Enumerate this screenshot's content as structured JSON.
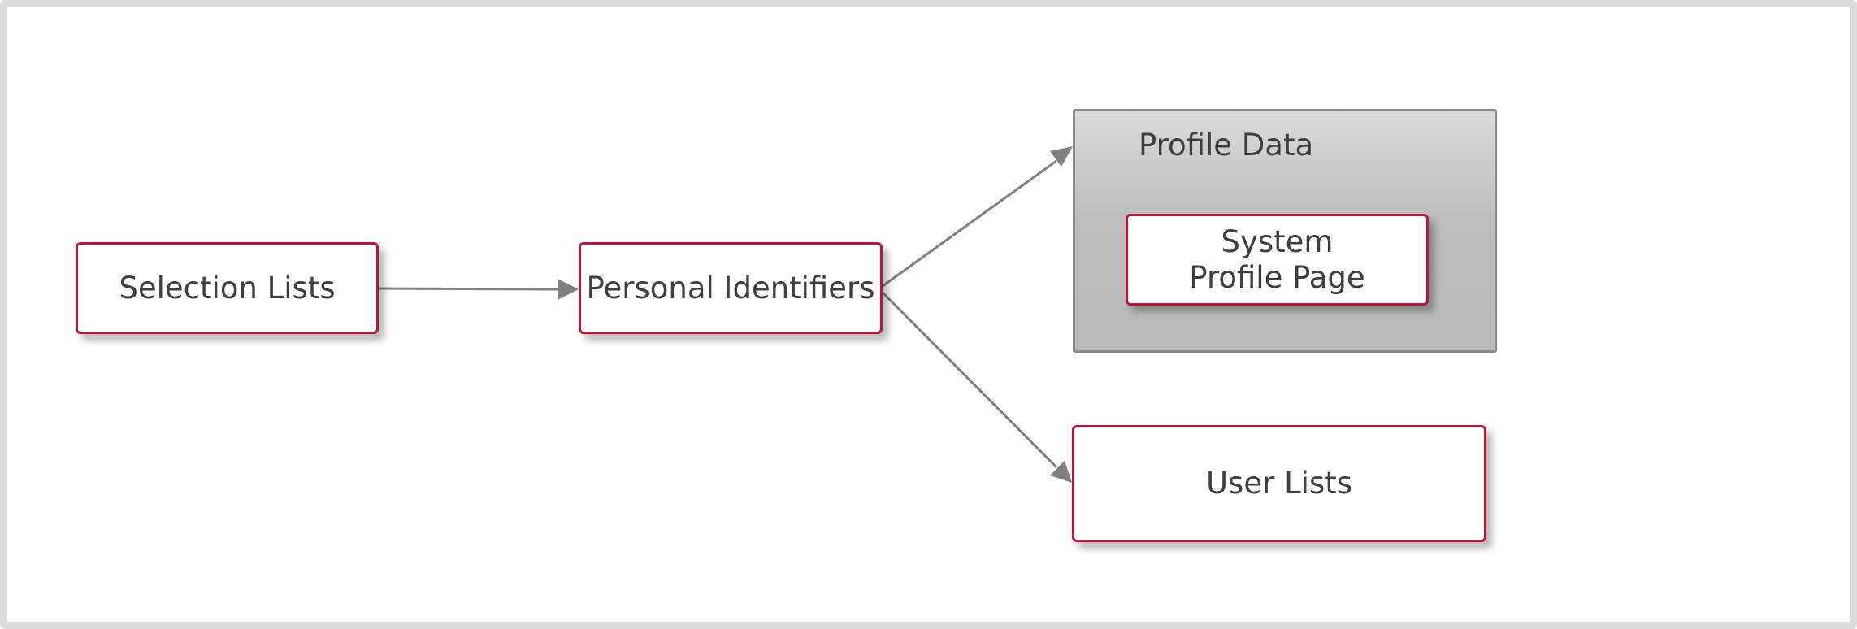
{
  "diagram": {
    "nodes": {
      "selection_lists": "Selection Lists",
      "personal_identifiers": "Personal Identifiers",
      "system_profile_page": "System Profile Page",
      "user_lists": "User Lists"
    },
    "group": {
      "title": "Profile Data"
    },
    "edges": [
      {
        "from": "Selection Lists",
        "to": "Personal Identifiers"
      },
      {
        "from": "Personal Identifiers",
        "to": "Profile Data"
      },
      {
        "from": "Personal Identifiers",
        "to": "User Lists"
      }
    ],
    "colors": {
      "node_border": "#b5173f",
      "connector": "#808080",
      "group_fill_top": "#dadada",
      "group_fill_bottom": "#bababa",
      "text": "#3f3f3f"
    }
  }
}
